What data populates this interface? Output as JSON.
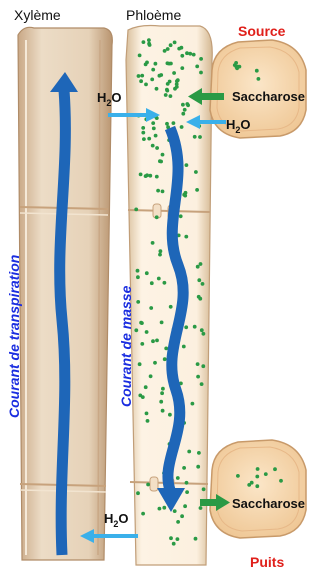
{
  "labels": {
    "xylem": "Xylème",
    "phloem": "Phloème",
    "source": "Source",
    "sink": "Puits",
    "sucrose_source": "Saccharose",
    "sucrose_sink": "Saccharose",
    "water_symbol": "H",
    "water_subscript": "2",
    "water_suffix": "O",
    "transpiration_stream": "Courant de transpiration",
    "mass_flow": "Courant de masse"
  },
  "colors": {
    "accent_red": "#e0201b",
    "flow_blue": "#1e66b8",
    "water_arrow": "#3ab0ea",
    "sucrose_green": "#2a9a45",
    "xylem_fill": "#e3cdb1",
    "phloem_fill": "#fbeedd",
    "cell_fill": "#f6d8b0",
    "tube_edge": "#c7a27c"
  }
}
